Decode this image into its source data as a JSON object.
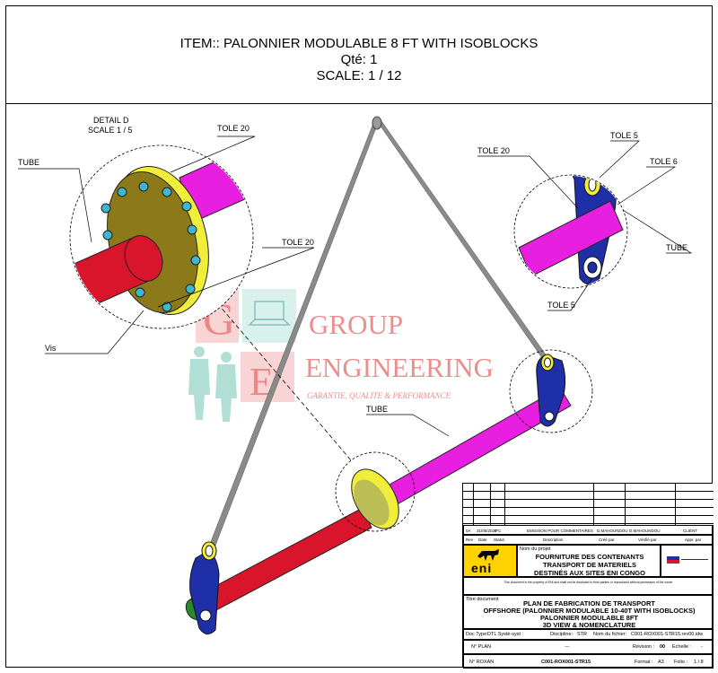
{
  "header": {
    "line1": "ITEM:: PALONNIER MODULABLE 8 FT WITH ISOBLOCKS",
    "line2": "Qté: 1",
    "line3": "SCALE: 1 / 12"
  },
  "labels": {
    "detail_title": "DETAIL  D",
    "detail_scale": "SCALE 1 / 5",
    "tole20_a": "TOLE 20",
    "tube_a": "TUBE",
    "tole20_b": "TOLE 20",
    "vis": "Vis",
    "tole20_c": "TOLE 20",
    "tole5_a": "TOLE 5",
    "tole6": "TOLE 6",
    "tube_b": "TUBE",
    "tole5_b": "TOLE 5",
    "tube_c": "TUBE"
  },
  "watermark": {
    "line1": "GROUP",
    "line2": "ENGINEERING",
    "tagline": "GARANTIE, QUALITE & PERFORMANCE",
    "letter_g": "G",
    "letter_e": "E"
  },
  "colors": {
    "tube_red": "#d8152a",
    "tube_magenta": "#e81fe0",
    "flange_yellow": "#f0ee3a",
    "lug_blue": "#1f2fa8",
    "bolt_cyan": "#3fb6d0",
    "watermark_red": "#e87b7b",
    "watermark_green": "#7fd0c0"
  },
  "title_block": {
    "rev_row": {
      "rev": "0A",
      "date": "31/05/2020",
      "status": "IFC",
      "description": "EMISSION POUR COMMENTAIRES",
      "by": "D.MAHOUNDOU",
      "checked": "D.MAHOUNDOU",
      "approved": "CLIENT"
    },
    "rev_headers": {
      "rev": "Rev",
      "date": "Date",
      "status": "Statut",
      "description": "Description",
      "by": "Créé par",
      "checked": "Vérifié par",
      "approved": "Appr. par"
    },
    "project_label": "Nom du projet",
    "project_line1": "FOURNITURE DES CONTENANTS",
    "project_line2": "TRANSPORT DE MATERIELS",
    "project_line3": "DESTINÉS AUX SITES ENI CONGO",
    "client_logo": "eni",
    "notice": "This document is the property of ENI and shall not be disclosed to third parties or reproduced without permission of the owner",
    "title_label": "Titre document",
    "title_line1": "PLAN DE FABRICATION DE TRANSPORT",
    "title_line2": "OFFSHORE (PALONNIER MODULABLE 10-40T WITH ISOBLOCKS)",
    "title_line3": "PALONNIER MODULABLE 8FT",
    "title_line4": "3D VIEW & NOMENCLATURE",
    "doc_type_label": "Doc Type:",
    "doc_type_value": "DTL Systè-syst :",
    "discipline_label": "Discipline:",
    "discipline_value": "STR",
    "file_label": "Nom du fichier:",
    "file_value": "C001-ROX001-STR15.rev00.idw",
    "nplan_label": "N° PLAN",
    "nplan_value": "---",
    "revision_label": "Révision :",
    "revision_value": "00",
    "echelle_label": "Echelle :",
    "echelle_value": "-",
    "nroxan_label": "N° ROXAN",
    "nroxan_value": "C001-ROX001-STR15",
    "format_label": "Format :",
    "format_value": "A3",
    "folio_label": "Folio :",
    "folio_value": "1 / 8"
  }
}
